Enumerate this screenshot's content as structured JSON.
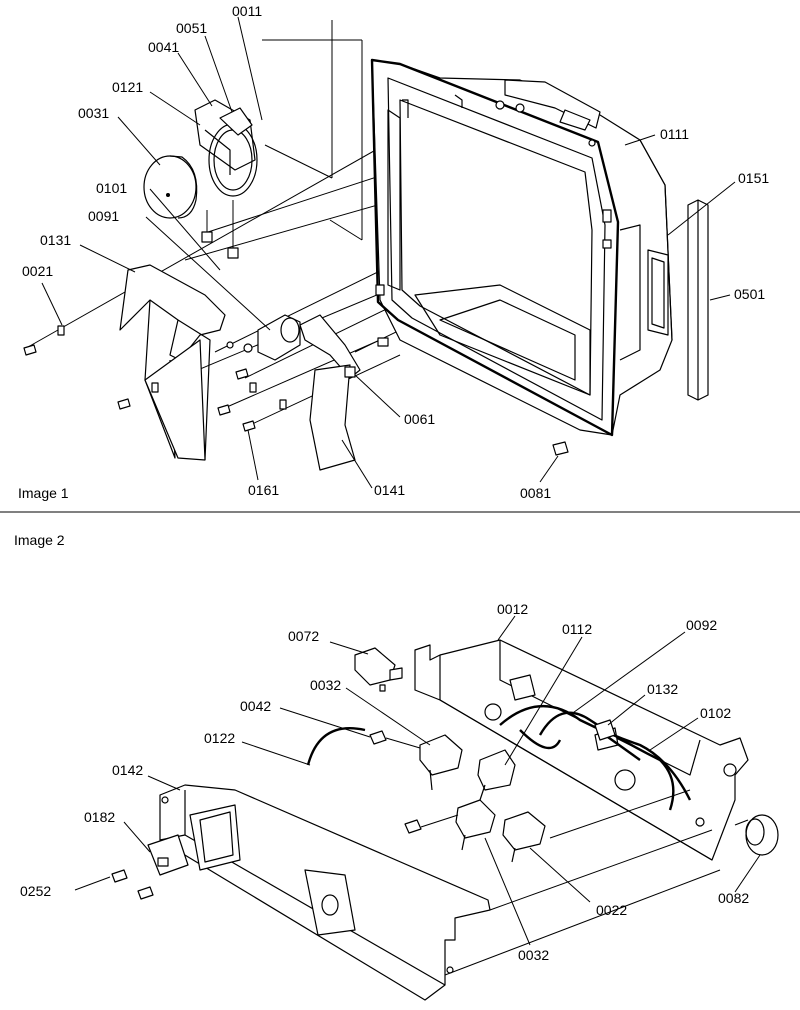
{
  "image1": {
    "caption": "Image 1",
    "labels": [
      "0011",
      "0051",
      "0041",
      "0121",
      "0031",
      "0101",
      "0091",
      "0131",
      "0021",
      "0111",
      "0151",
      "0501",
      "0061",
      "0161",
      "0141",
      "0081"
    ]
  },
  "image2": {
    "caption": "Image 2",
    "labels": [
      "0012",
      "0072",
      "0112",
      "0092",
      "0032",
      "0132",
      "0042",
      "0102",
      "0122",
      "0142",
      "0182",
      "0022",
      "0252",
      "0082",
      "0032"
    ]
  }
}
